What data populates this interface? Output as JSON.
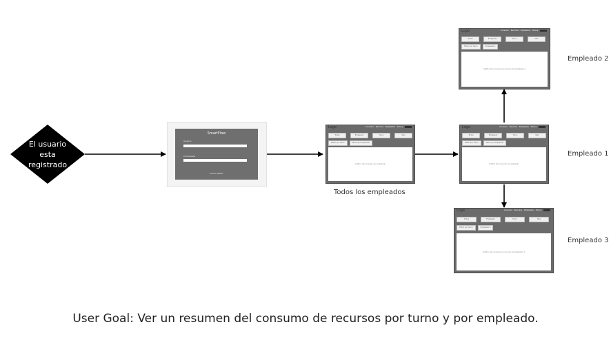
{
  "decision": {
    "text": "El usuario\nesta\nregistrado"
  },
  "login": {
    "title": "SmartFlow",
    "user_label": "Usuario",
    "password_label": "Contraseña",
    "submit_label": "Iniciar Sesión"
  },
  "screens": {
    "todos": {
      "label": "Todos los empleados",
      "logo": "Logo",
      "nav": [
        "Consumo",
        "Recursos",
        "Empleados",
        "Turnos"
      ],
      "buttons": [
        "Todos",
        "Empleado",
        "Turno",
        "Mes"
      ],
      "selects": [
        "Filtrar por turno",
        "Filtrar por empleado"
      ],
      "panel_text": "Gráfico del consumo por empleado"
    },
    "emp1": {
      "label": "Empleado 1",
      "logo": "Logo",
      "nav": [
        "Consumo",
        "Recursos",
        "Empleados",
        "Turnos"
      ],
      "buttons": [
        "Todos",
        "Empleado",
        "Turno",
        "Mes"
      ],
      "selects": [
        "Filtrar por turno",
        "Filtrar por empleado"
      ],
      "panel_text": "Gráfico del consumo del empleado"
    },
    "emp2": {
      "label": "Empleado 2",
      "logo": "Logo",
      "nav": [
        "Consumo",
        "Recursos",
        "Empleados",
        "Turnos"
      ],
      "buttons": [
        "Todos",
        "Empleado",
        "Turno",
        "Mes"
      ],
      "selects": [
        "Filtrar por turno",
        "Empleado 2"
      ],
      "panel_text": "Gráfico del consumo por recurso del empleado 2"
    },
    "emp3": {
      "label": "Empleado 3",
      "logo": "Logo",
      "nav": [
        "Consumo",
        "Recursos",
        "Empleados",
        "Turnos"
      ],
      "buttons": [
        "Todos",
        "Empleado",
        "Turno",
        "Mes"
      ],
      "selects": [
        "Filtrar por turno",
        "Empleado 3"
      ],
      "panel_text": "Gráfico del consumo por recurso del empleado 3"
    }
  },
  "caption": "User Goal: Ver un resumen del consumo de recursos por turno y por empleado."
}
